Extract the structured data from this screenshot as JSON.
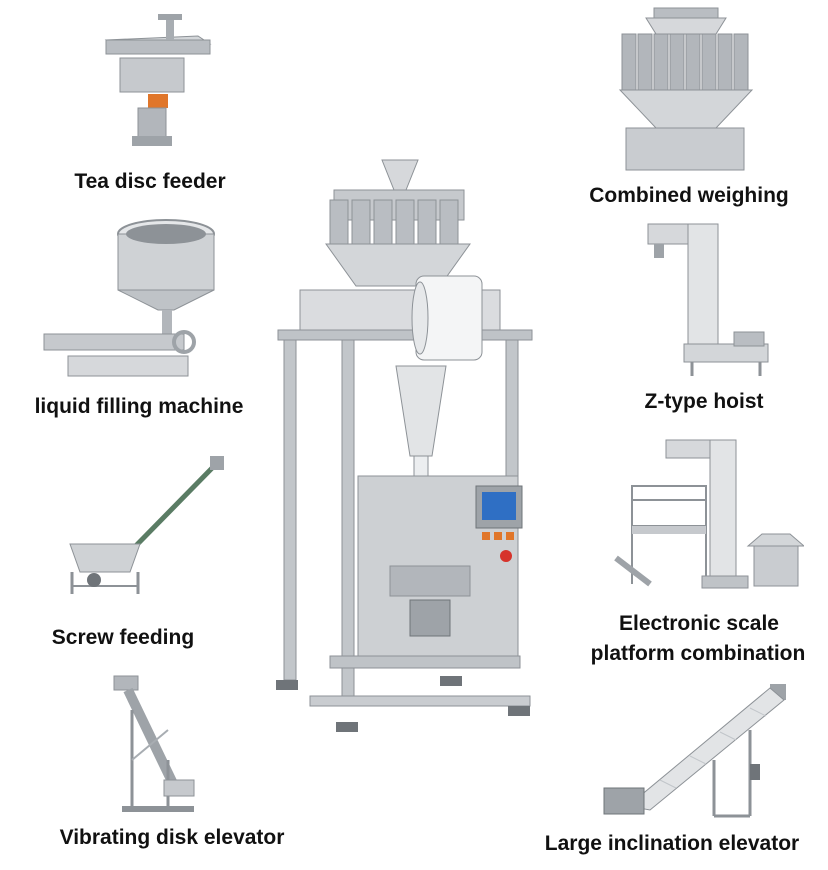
{
  "labels": {
    "tea_disc_feeder": "Tea disc feeder",
    "liquid_filling_machine": "liquid filling machine",
    "screw_feeding": "Screw feeding",
    "vibrating_disk_elevator": "Vibrating disk elevator",
    "combined_weighing": "Combined weighing",
    "z_type_hoist": "Z-type hoist",
    "electronic_scale_line1": "Electronic scale",
    "electronic_scale_line2": "platform combination",
    "large_inclination_elevator": "Large inclination elevator"
  },
  "colors": {
    "steel": "#c9ccd0",
    "steel_dark": "#8d9297",
    "accent_orange": "#e0762a",
    "screen_blue": "#2f6fc4",
    "text": "#111111"
  }
}
